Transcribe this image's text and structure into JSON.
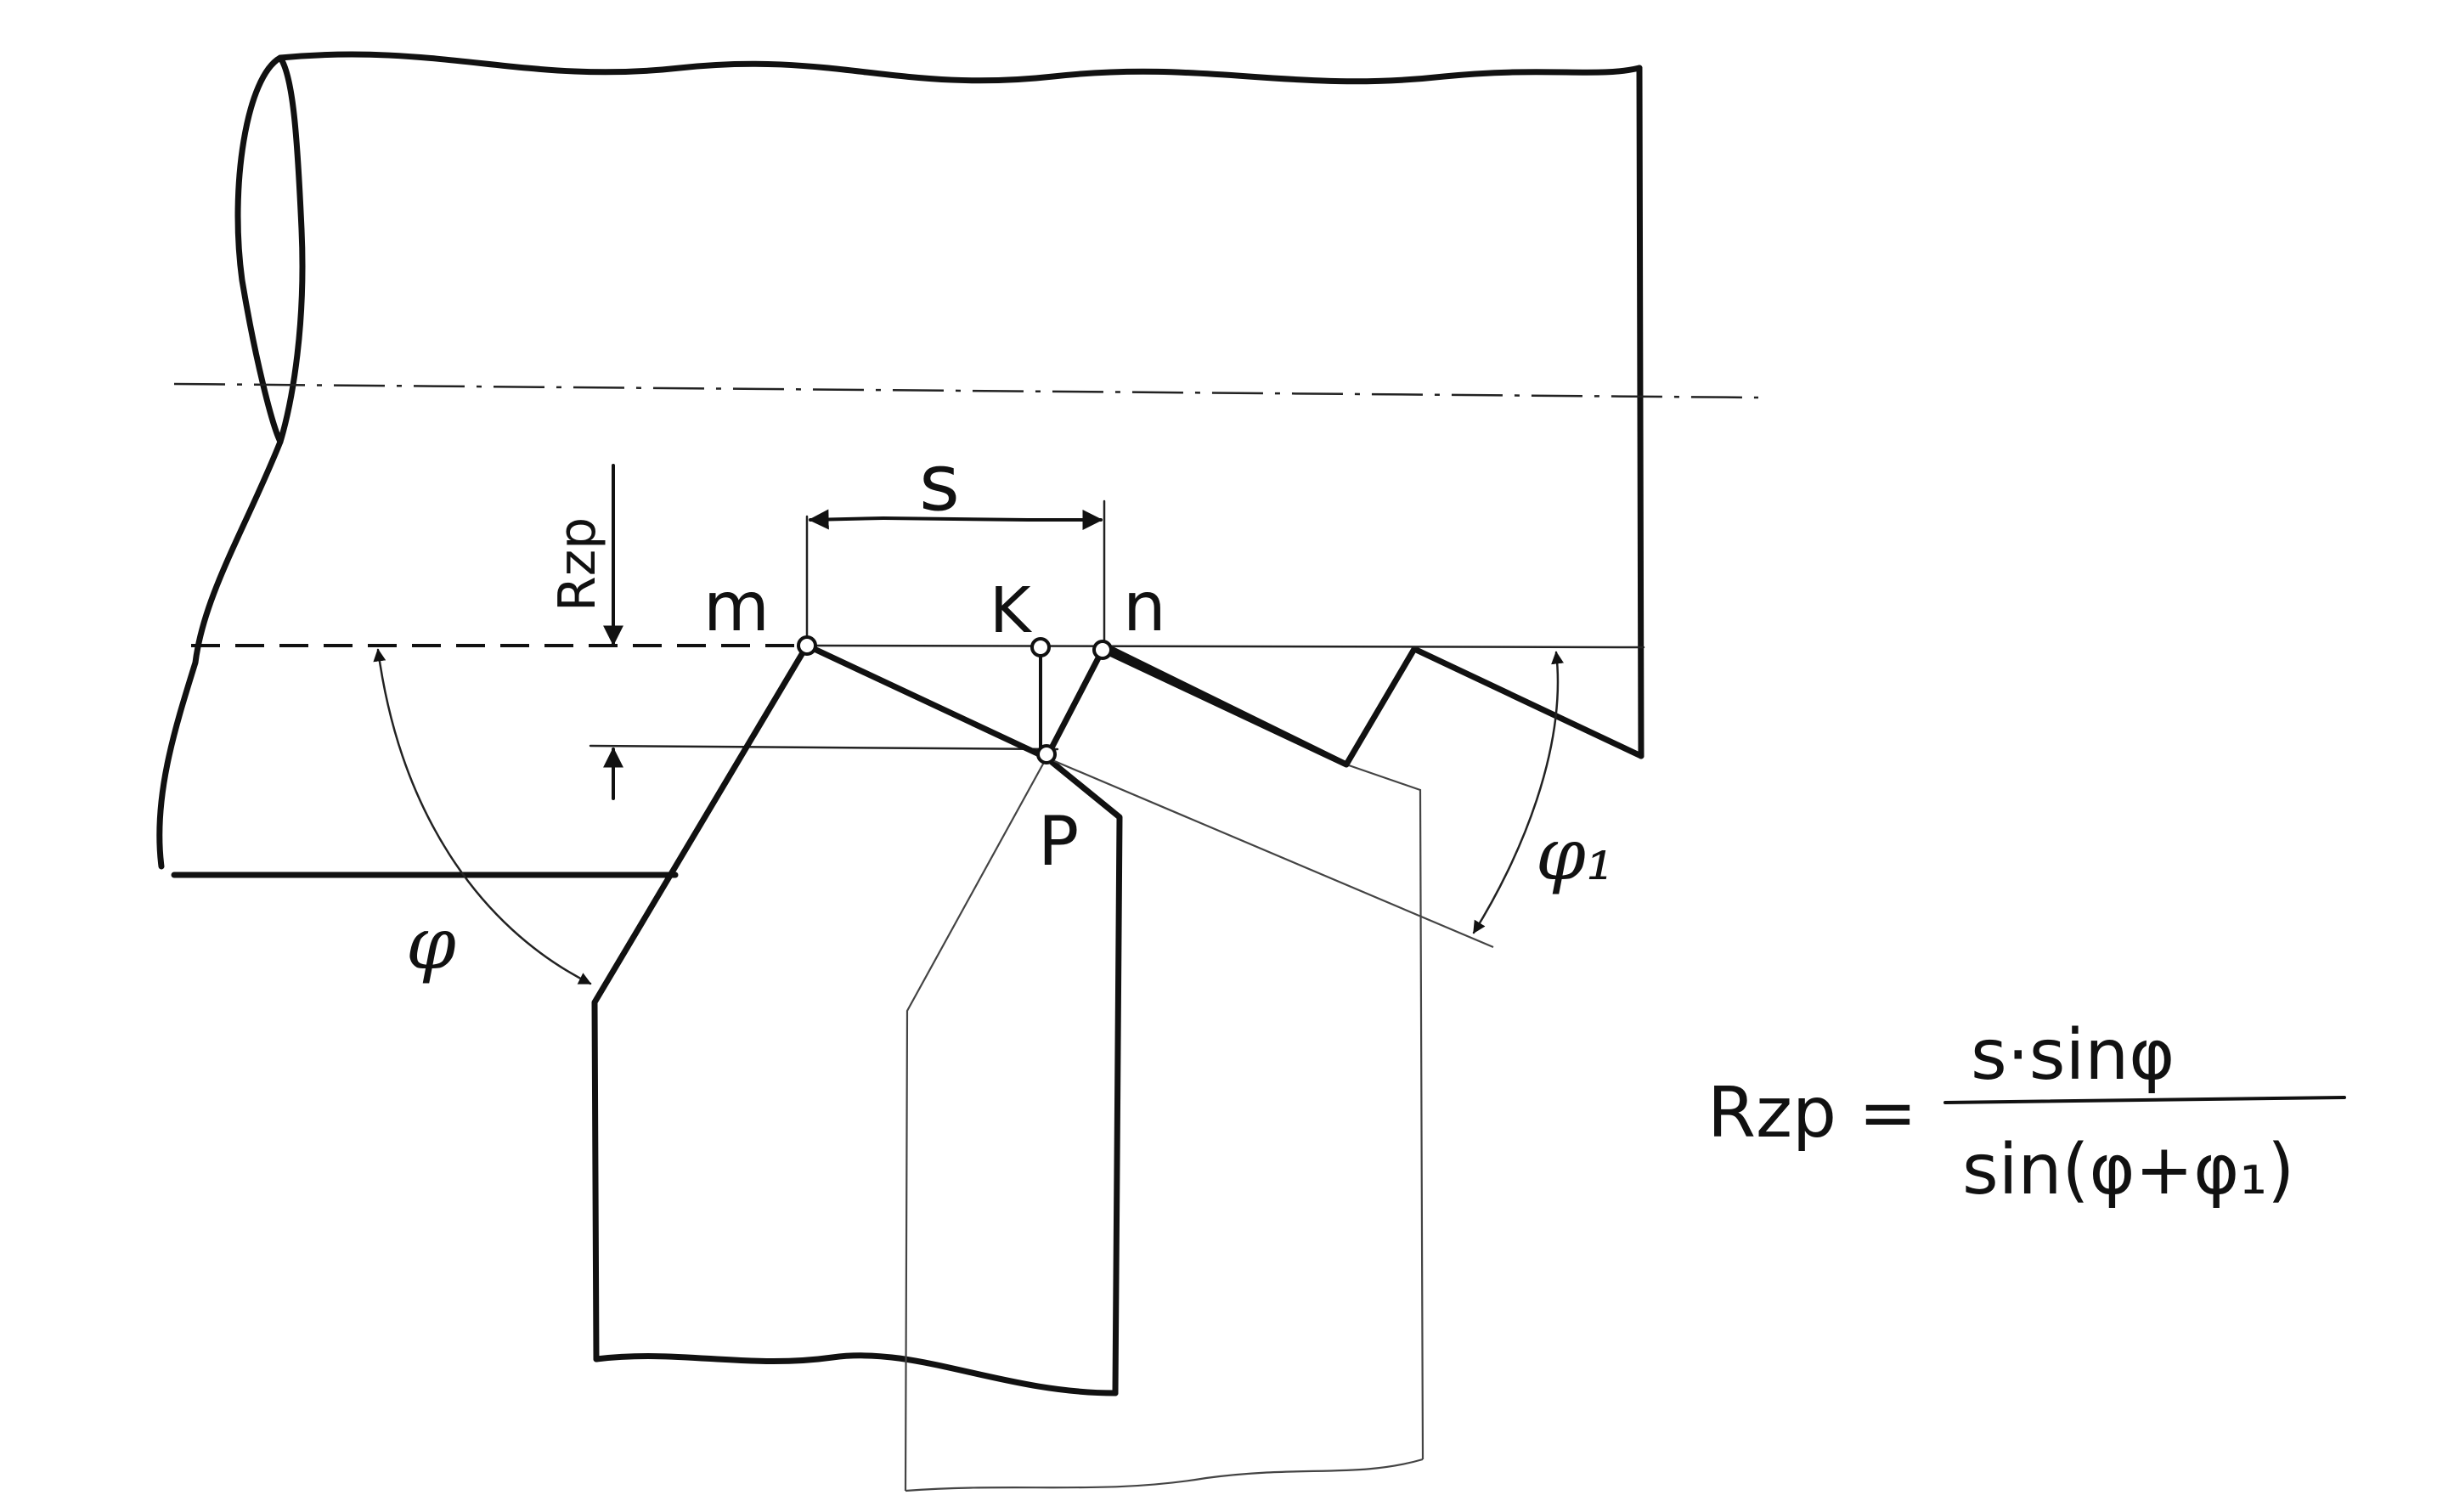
{
  "diagram": {
    "labels": {
      "s": "s",
      "m": "m",
      "k": "K",
      "n": "n",
      "p": "P",
      "rzp": "Rzp",
      "phi": "φ",
      "phi1": "φ₁"
    },
    "formula": {
      "lhs": "Rzp =",
      "numerator": "s·sinφ",
      "denominator": "sin(φ+φ₁)"
    }
  }
}
